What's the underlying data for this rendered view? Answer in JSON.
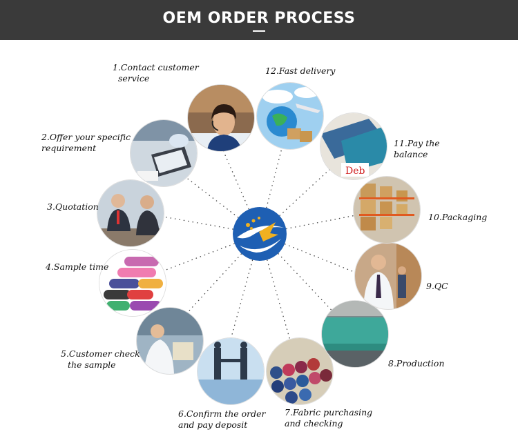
{
  "header": {
    "title": "OEM ORDER PROCESS",
    "background": "#3a3a3a"
  },
  "steps": [
    {
      "line1": "1.Contact customer",
      "line2": "service"
    },
    {
      "line1": "2.Offer your specific",
      "line2": "requirement"
    },
    {
      "line1": "3.Quotation",
      "line2": ""
    },
    {
      "line1": "4.Sample time",
      "line2": ""
    },
    {
      "line1": "5.Customer check",
      "line2": "the sample"
    },
    {
      "line1": "6.Confirm the order",
      "line2": "and pay deposit"
    },
    {
      "line1": "7.Fabric purchasing",
      "line2": "and checking"
    },
    {
      "line1": "8.Production",
      "line2": ""
    },
    {
      "line1": "9.QC",
      "line2": ""
    },
    {
      "line1": "10.Packaging",
      "line2": ""
    },
    {
      "line1": "11.Pay the",
      "line2": "balance"
    },
    {
      "line1": "12.Fast delivery",
      "line2": ""
    }
  ],
  "colors": {
    "logo_blue": "#1e5fb3",
    "logo_gold": "#f0b020",
    "line_dots": "#444444"
  }
}
